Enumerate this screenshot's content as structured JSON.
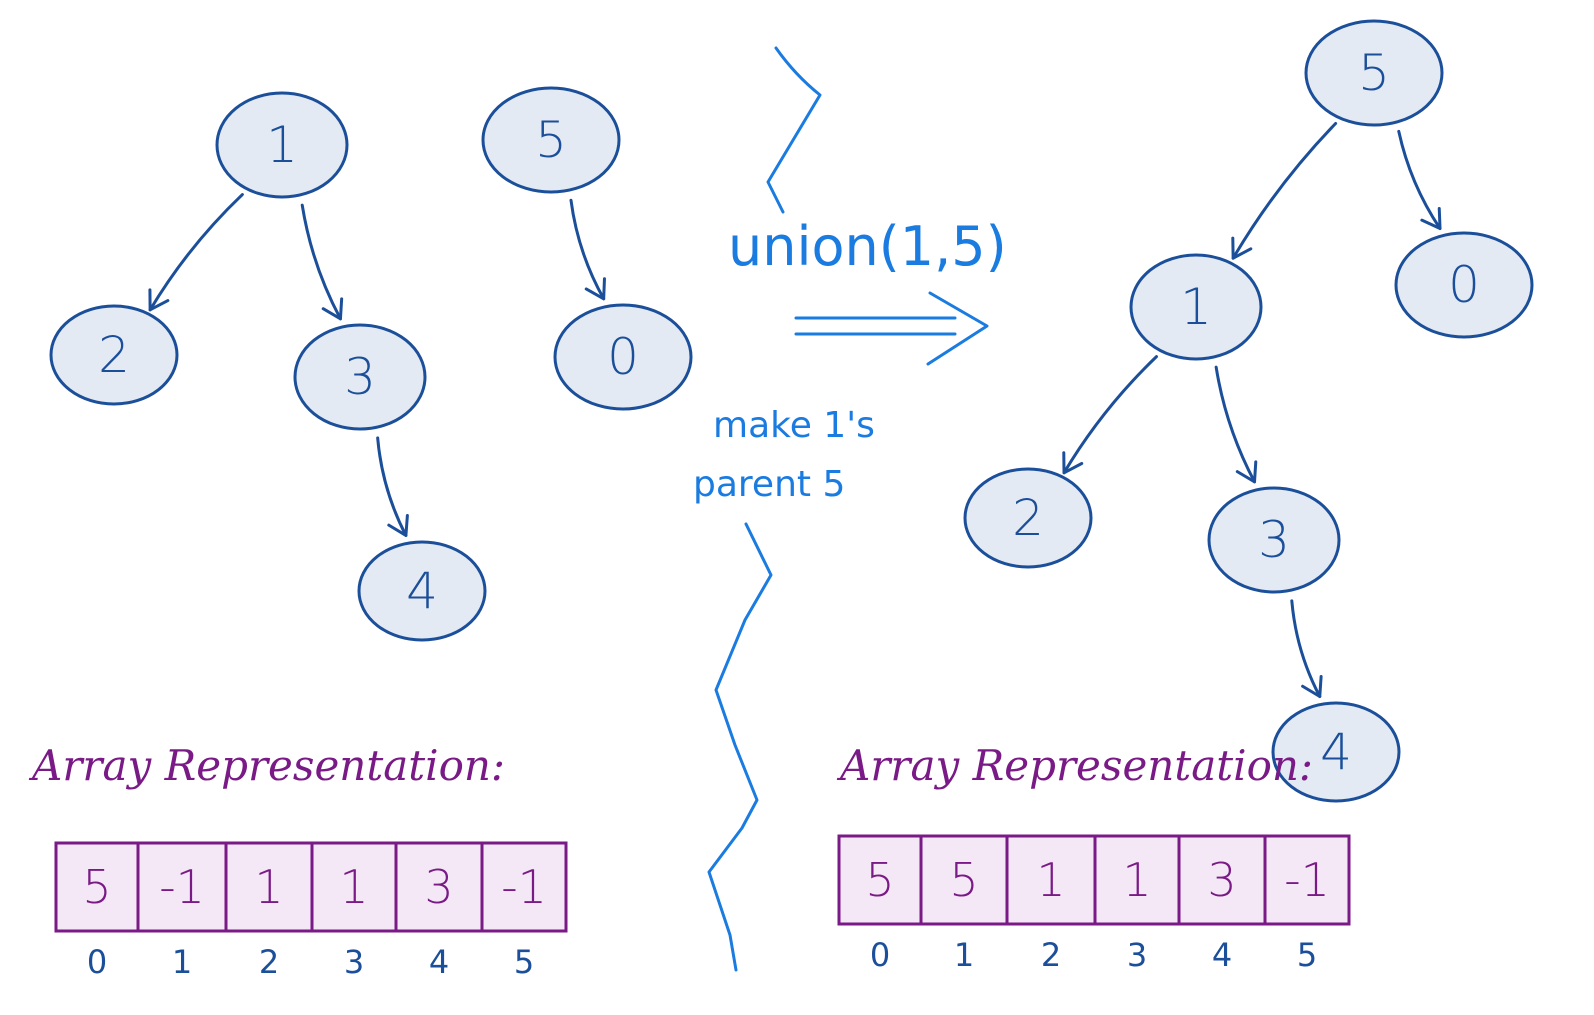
{
  "colors": {
    "node_fill": "#e3eaf3",
    "node_stroke": "#1c4f9a",
    "operation_blue": "#1a7be0",
    "array_purple": "#7a1a86",
    "cell_fill": "#f4e7f6"
  },
  "before": {
    "nodes": [
      {
        "id": "b1",
        "label": "1"
      },
      {
        "id": "b2",
        "label": "2"
      },
      {
        "id": "b3",
        "label": "3"
      },
      {
        "id": "b4",
        "label": "4"
      },
      {
        "id": "b5",
        "label": "5"
      },
      {
        "id": "b0",
        "label": "0"
      }
    ],
    "edges": [
      {
        "from": "b1",
        "to": "b2"
      },
      {
        "from": "b1",
        "to": "b3"
      },
      {
        "from": "b3",
        "to": "b4"
      },
      {
        "from": "b5",
        "to": "b0"
      }
    ],
    "array_title": "Array Representation:",
    "array_values": [
      "5",
      "-1",
      "1",
      "1",
      "3",
      "-1"
    ],
    "array_indices": [
      "0",
      "1",
      "2",
      "3",
      "4",
      "5"
    ]
  },
  "operation": {
    "label": "union(1,5)",
    "note_line1": "make 1's",
    "note_line2": "parent 5"
  },
  "after": {
    "nodes": [
      {
        "id": "a5",
        "label": "5"
      },
      {
        "id": "a1",
        "label": "1"
      },
      {
        "id": "a0",
        "label": "0"
      },
      {
        "id": "a2",
        "label": "2"
      },
      {
        "id": "a3",
        "label": "3"
      },
      {
        "id": "a4",
        "label": "4"
      }
    ],
    "edges": [
      {
        "from": "a5",
        "to": "a1"
      },
      {
        "from": "a5",
        "to": "a0"
      },
      {
        "from": "a1",
        "to": "a2"
      },
      {
        "from": "a1",
        "to": "a3"
      },
      {
        "from": "a3",
        "to": "a4"
      }
    ],
    "array_title": "Array Representation:",
    "array_values": [
      "5",
      "5",
      "1",
      "1",
      "3",
      "-1"
    ],
    "array_indices": [
      "0",
      "1",
      "2",
      "3",
      "4",
      "5"
    ]
  }
}
